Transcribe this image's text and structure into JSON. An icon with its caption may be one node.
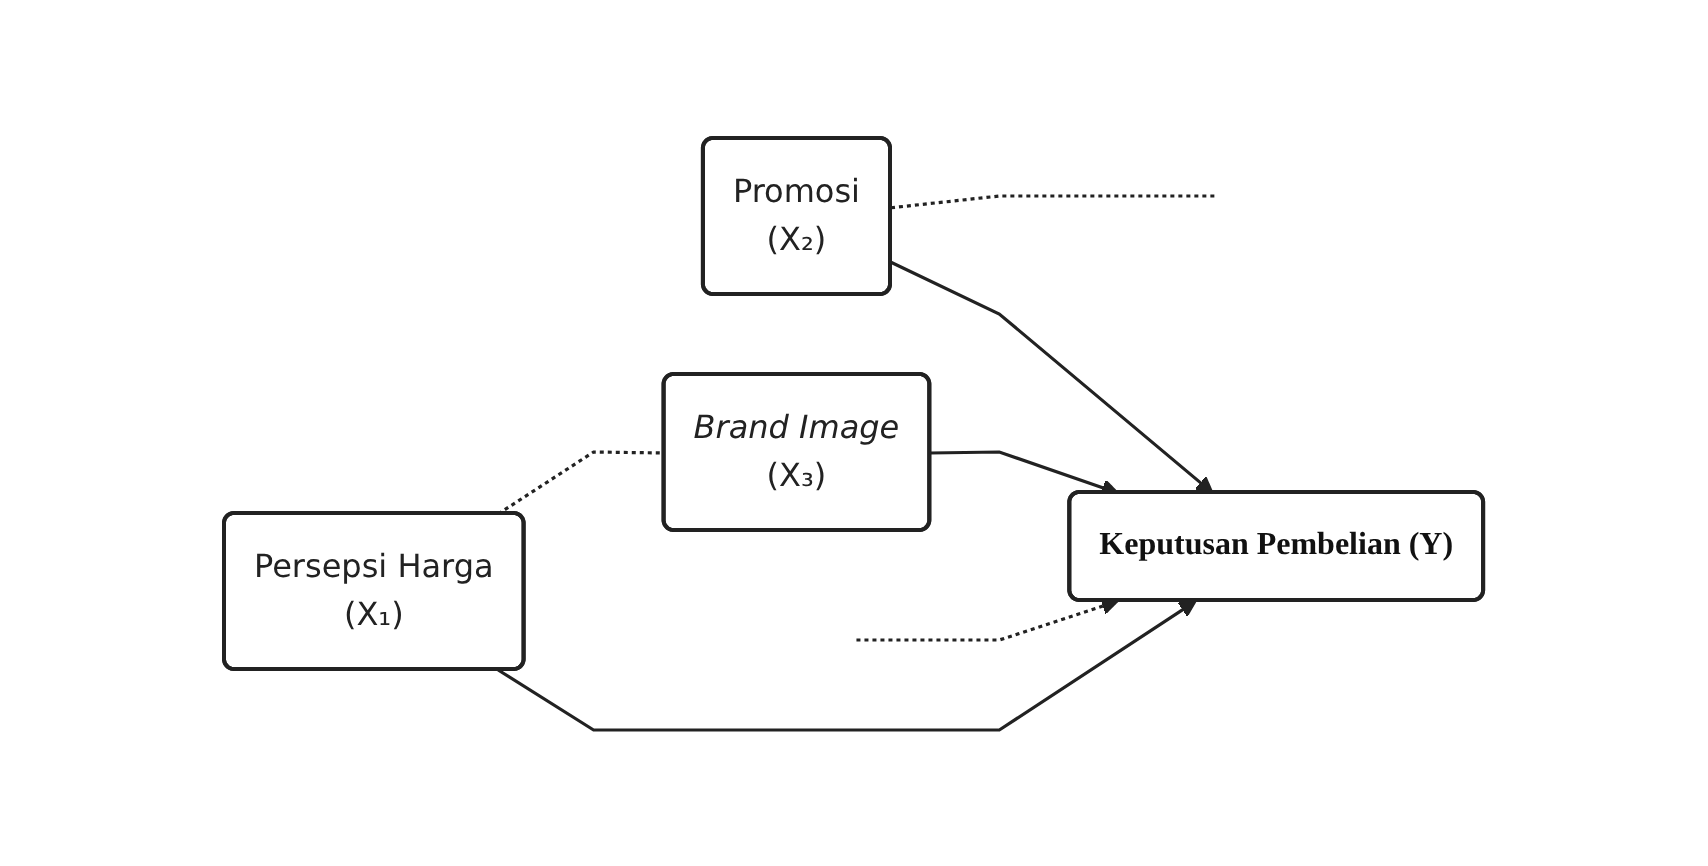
{
  "diagram": {
    "nodes": [
      {
        "text": [
          "Persepsi Harga",
          "(X₁)"
        ]
      },
      {
        "text": [
          "Promosi",
          "(X₂)"
        ]
      },
      {
        "text": [
          "Brand Image",
          "(X₃)"
        ]
      },
      {
        "text": [
          "Keputusan Pembelian (Y)"
        ]
      }
    ],
    "edges": [
      {
        "from": 0,
        "to": 3,
        "arrow": "to"
      },
      {
        "from": 1,
        "to": 3,
        "arrow": "to"
      },
      {
        "from": 2,
        "to": 3,
        "arrow": "to"
      },
      {
        "from": 0,
        "to": 2,
        "arrow": "none",
        "style": "dashed"
      },
      {
        "from": 1,
        "to": null,
        "arrow": "none",
        "style": "dashed"
      },
      {
        "from": null,
        "to": 3,
        "arrow": "to",
        "style": "dashed"
      }
    ]
  }
}
